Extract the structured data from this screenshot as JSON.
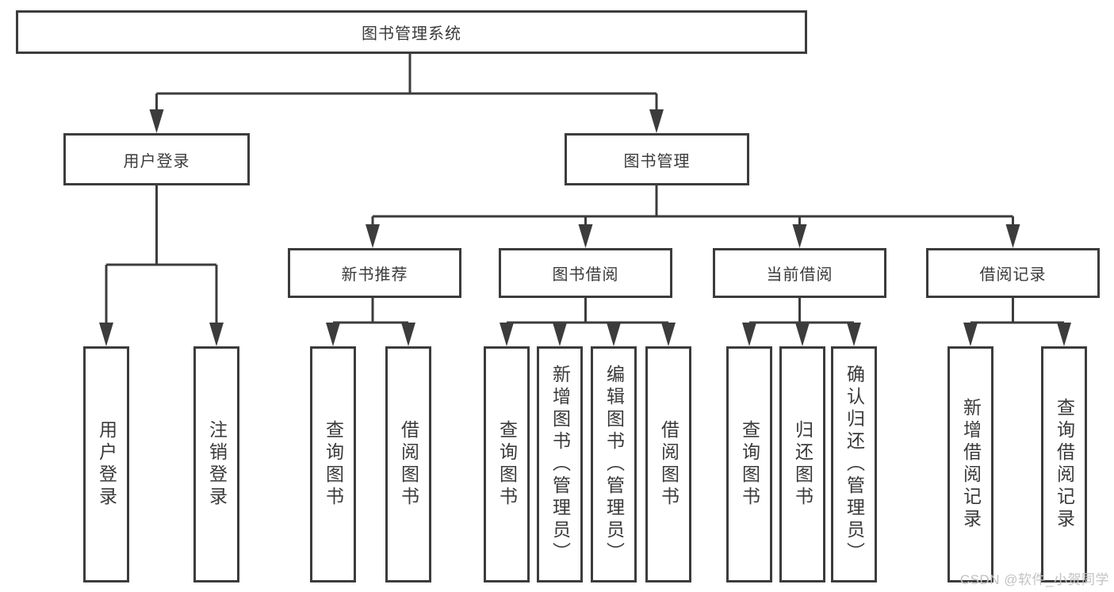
{
  "diagram": {
    "root": {
      "label": "图书管理系统"
    },
    "level2": [
      {
        "label": "用户登录"
      },
      {
        "label": "图书管理"
      }
    ],
    "level3": [
      {
        "label": "新书推荐",
        "parent": "图书管理"
      },
      {
        "label": "图书借阅",
        "parent": "图书管理"
      },
      {
        "label": "当前借阅",
        "parent": "图书管理"
      },
      {
        "label": "借阅记录",
        "parent": "图书管理"
      }
    ],
    "level4": [
      {
        "label": "用户登录",
        "parent": "用户登录"
      },
      {
        "label": "注销登录",
        "parent": "用户登录"
      },
      {
        "label": "查询图书",
        "parent": "新书推荐"
      },
      {
        "label": "借阅图书",
        "parent": "新书推荐"
      },
      {
        "label": "查询图书",
        "parent": "图书借阅"
      },
      {
        "label": "新增图书（管理员）",
        "parent": "图书借阅"
      },
      {
        "label": "编辑图书（管理员）",
        "parent": "图书借阅"
      },
      {
        "label": "借阅图书",
        "parent": "图书借阅"
      },
      {
        "label": "查询图书",
        "parent": "当前借阅"
      },
      {
        "label": "归还图书",
        "parent": "当前借阅"
      },
      {
        "label": "确认归还（管理员）",
        "parent": "当前借阅"
      },
      {
        "label": "新增借阅记录",
        "parent": "借阅记录"
      },
      {
        "label": "查询借阅记录",
        "parent": "借阅记录"
      }
    ],
    "colors": {
      "line": "#3c3c3c",
      "text": "#3a3a3a",
      "background": "#ffffff",
      "watermark": "#c2c2c2"
    }
  },
  "watermark": {
    "text": "CSDN @软件_小贺同学"
  }
}
